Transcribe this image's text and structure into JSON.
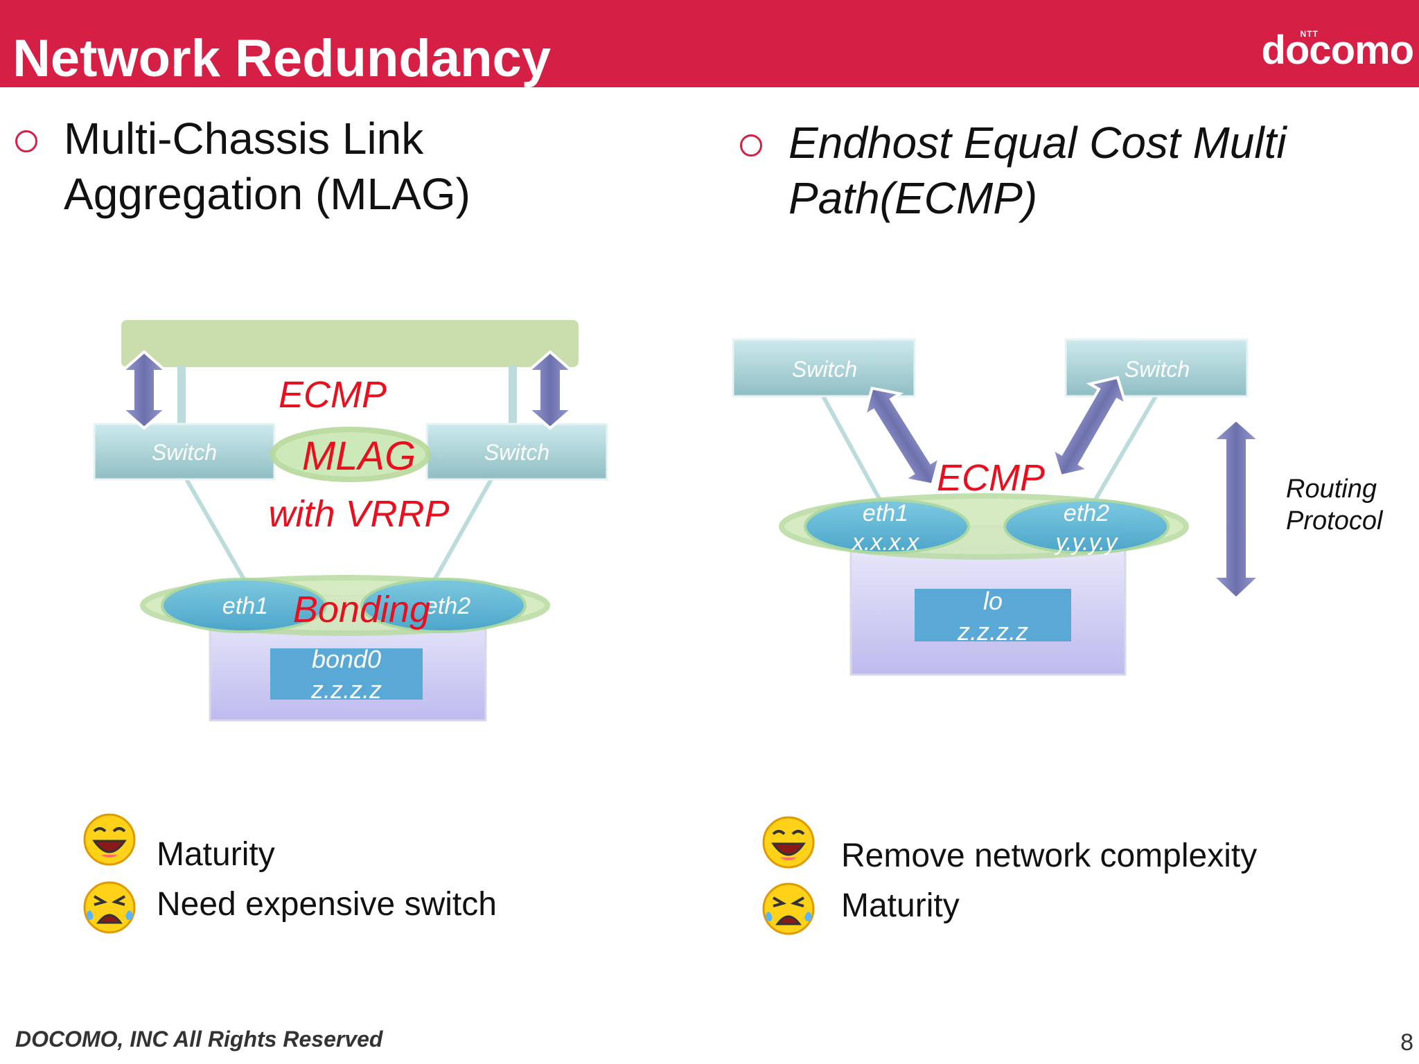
{
  "header": {
    "title": "Network Redundancy",
    "logo_small": "NTT",
    "logo_main": "docomo"
  },
  "left": {
    "bullet_line1": "Multi-Chassis Link",
    "bullet_line2": "Aggregation (MLAG)",
    "diagram": {
      "switch_left": "Switch",
      "switch_right": "Switch",
      "ecmp": "ECMP",
      "mlag": "MLAG",
      "with_vrrp": "with VRRP",
      "eth1": "eth1",
      "eth2": "eth2",
      "bonding": "Bonding",
      "bond_line1": "bond0",
      "bond_line2": "z.z.z.z"
    },
    "pros": "Maturity",
    "cons": "Need expensive switch"
  },
  "right": {
    "bullet_line1": "Endhost Equal Cost Multi",
    "bullet_line2": "Path(ECMP)",
    "diagram": {
      "switch_left": "Switch",
      "switch_right": "Switch",
      "ecmp": "ECMP",
      "eth1": "eth1",
      "eth1_addr": "x.x.x.x",
      "eth2": "eth2",
      "eth2_addr": "y.y.y.y",
      "lo": "lo",
      "lo_addr": "z.z.z.z",
      "routing_line1": "Routing",
      "routing_line2": "Protocol"
    },
    "pros": "Remove network complexity",
    "cons": "Maturity"
  },
  "footer": {
    "copyright": "DOCOMO, INC All Rights Reserved",
    "page": "8"
  },
  "colors": {
    "header": "#d61f45",
    "annotation": "#e8101e",
    "arrow": "#7b7fb8"
  },
  "icons": {
    "happy": "laughing-face-icon",
    "sad": "crying-face-icon"
  }
}
